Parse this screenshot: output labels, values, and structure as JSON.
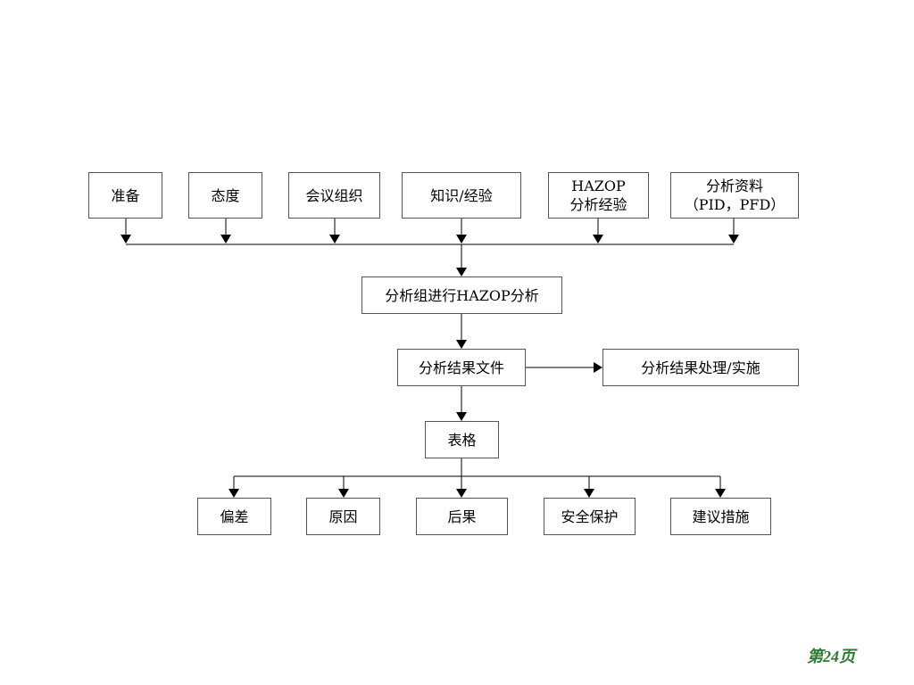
{
  "inputs": {
    "prep": "准备",
    "attitude": "态度",
    "meeting": "会议组织",
    "knowledge": "知识/经验",
    "hazop_exp": "HAZOP\n分析经验",
    "materials": "分析资料\n（PID，PFD）"
  },
  "process": "分析组进行HAZOP分析",
  "result_file": "分析结果文件",
  "result_handling": "分析结果处理/实施",
  "table": "表格",
  "columns": [
    "偏差",
    "原因",
    "后果",
    "安全保护",
    "建议措施"
  ],
  "page_number": "第24页",
  "colors": {
    "page_number": "#2e7d32",
    "line": "#000000",
    "box_border": "#555555"
  }
}
